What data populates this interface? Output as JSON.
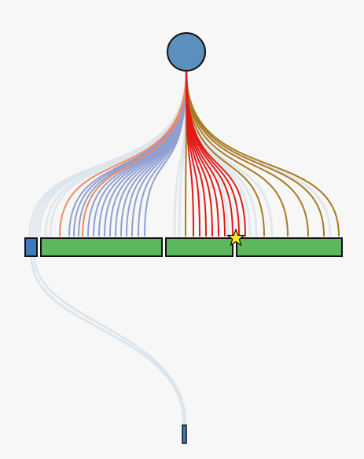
{
  "background": "#f7f7f7",
  "colors": {
    "root_fill": "#5b8fbe",
    "blue_block": "#3a7dbd",
    "green_block": "#5cb85c",
    "outline": "#111111",
    "faint_link": "#dde5ec",
    "periwinkle_link": "#8f9fd2",
    "orange_link": "#f4875a",
    "red_link": "#e21b16",
    "gold_link": "#a87a22",
    "star_fill": "#ffee22",
    "bottom_node": "#3a7dbd"
  },
  "nodes": {
    "root": {
      "shape": "circle"
    },
    "blocks": [
      {
        "id": "blue-small",
        "color": "blue"
      },
      {
        "id": "green-left",
        "color": "green"
      },
      {
        "id": "green-middle",
        "color": "green"
      },
      {
        "id": "green-right",
        "color": "green"
      }
    ],
    "bottom": {
      "shape": "bar"
    },
    "marker": {
      "shape": "star",
      "color": "yellow"
    }
  },
  "link_groups": [
    {
      "group": "faint-outer",
      "color": "faint",
      "count": 6
    },
    {
      "group": "orange",
      "color": "orange",
      "count": 2
    },
    {
      "group": "periwinkle",
      "color": "periwinkle",
      "count": 14
    },
    {
      "group": "gold-inner",
      "color": "gold",
      "count": 1
    },
    {
      "group": "red",
      "color": "red",
      "count": 9
    },
    {
      "group": "faint-middle",
      "color": "faint",
      "count": 4
    },
    {
      "group": "gold-outer",
      "color": "gold",
      "count": 5
    },
    {
      "group": "faint-right",
      "color": "faint",
      "count": 3
    },
    {
      "group": "drop",
      "color": "faint",
      "count": 2
    }
  ]
}
